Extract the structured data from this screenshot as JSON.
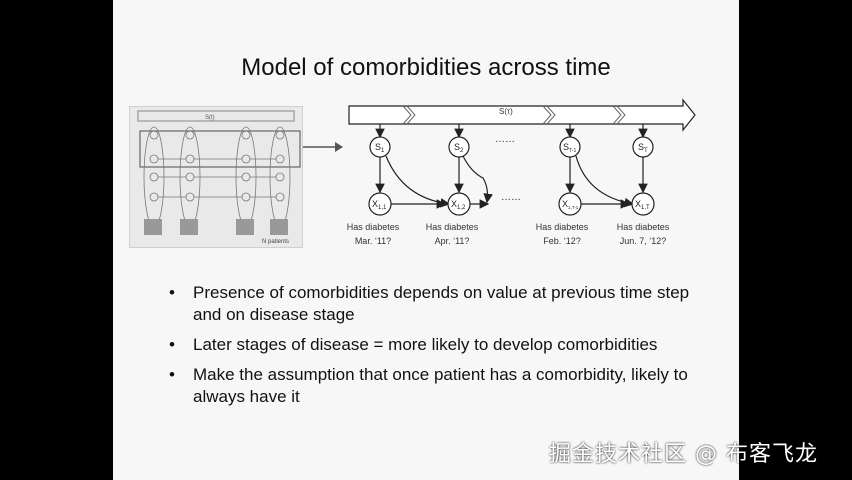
{
  "slide": {
    "title": "Model of comorbidities across time",
    "bullets": [
      "Presence of comorbidities depends on value at previous time step and on disease stage",
      "Later stages of disease = more likely to develop comorbidities",
      "Make the assumption that once patient has a comorbidity, likely to always have it"
    ],
    "bullet_glyph": "•"
  },
  "thumbnail": {
    "stage_label": "S(t)",
    "patients_label": "N patients"
  },
  "diagram": {
    "timeline_label": "S(τ)",
    "ellipsis": "……",
    "stages": [
      {
        "name": "S",
        "sub": "1"
      },
      {
        "name": "S",
        "sub": "2"
      },
      {
        "name": "S",
        "sub": "T-1"
      },
      {
        "name": "S",
        "sub": "T"
      }
    ],
    "observations": [
      {
        "name": "X",
        "sub": "1,1",
        "caption1": "Has diabetes",
        "caption2": "Mar. ‘11?"
      },
      {
        "name": "X",
        "sub": "1,2",
        "caption1": "Has diabetes",
        "caption2": "Apr. ‘11?"
      },
      {
        "name": "X",
        "sub": "1,T-1",
        "caption1": "Has diabetes",
        "caption2": "Feb. ‘12?"
      },
      {
        "name": "X",
        "sub": "1,T",
        "caption1": "Has diabetes",
        "caption2": "Jun. 7, ‘12?"
      }
    ]
  },
  "watermark": "掘金技术社区 @ 布客飞龙"
}
